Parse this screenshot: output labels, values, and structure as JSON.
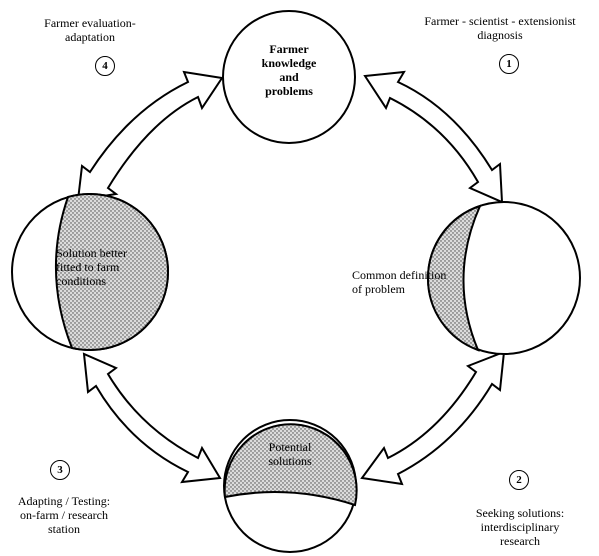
{
  "nodes": {
    "top": {
      "lines": [
        "Farmer",
        "knowledge",
        "and",
        "problems"
      ]
    },
    "right": {
      "lines": [
        "Common definition",
        "of problem"
      ]
    },
    "bottom": {
      "lines": [
        "Potential",
        "solutions"
      ]
    },
    "left": {
      "lines": [
        "Solution better",
        "fitted to farm",
        "conditions"
      ]
    }
  },
  "stages": [
    {
      "number": "1",
      "lines": [
        "Farmer - scientist - extensionist",
        "diagnosis"
      ]
    },
    {
      "number": "2",
      "lines": [
        "Seeking solutions:",
        "interdisciplinary",
        "research"
      ]
    },
    {
      "number": "3",
      "lines": [
        "Adapting / Testing:",
        "on-farm / research",
        "station"
      ]
    },
    {
      "number": "4",
      "lines": [
        "Farmer evaluation-",
        "adaptation"
      ]
    }
  ],
  "colors": {
    "ink": "#000000",
    "stipple": "#d8d8d8",
    "paper": "#ffffff"
  },
  "icons": {
    "stage_marker": "circled-number",
    "connector": "double-headed-arrow"
  }
}
